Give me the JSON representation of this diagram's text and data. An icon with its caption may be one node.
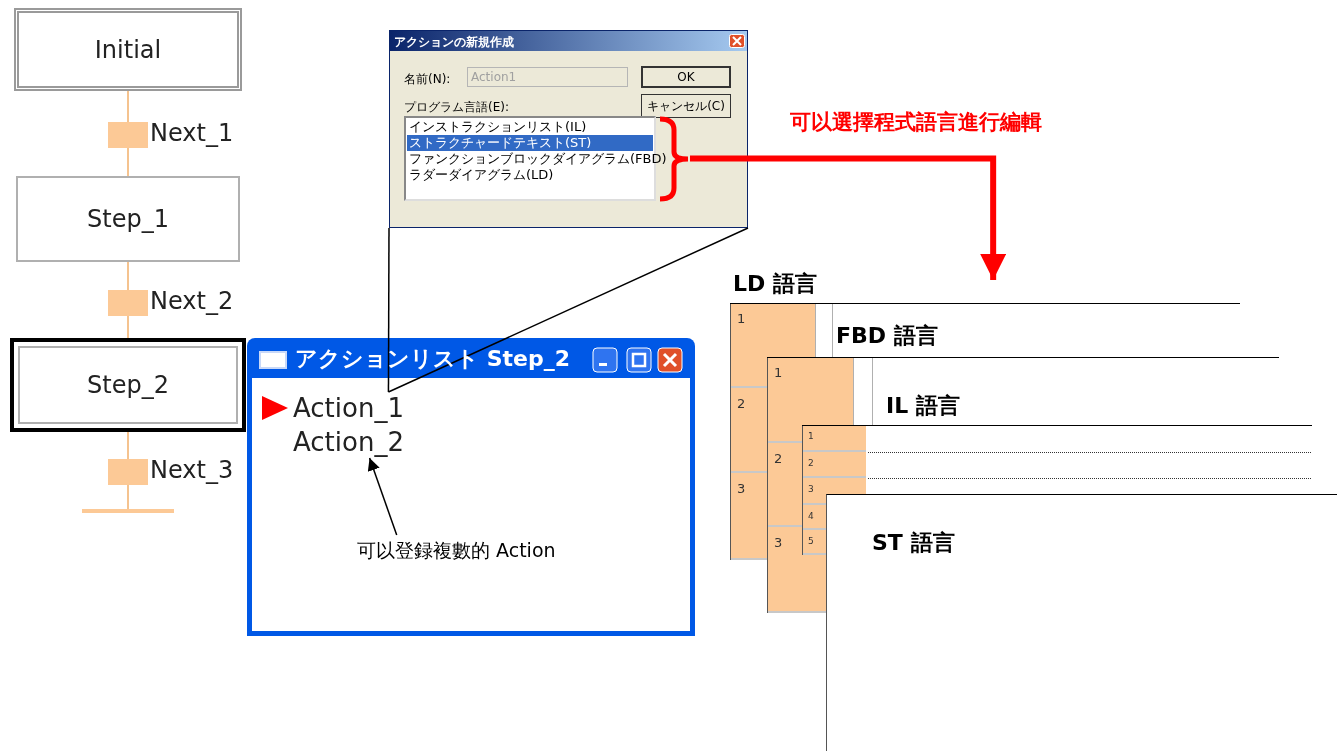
{
  "diagram": {
    "nodes": [
      {
        "text": [
          "Initial"
        ]
      },
      {
        "text": [],
        "shape": "bar",
        "beside": [
          "Next_1"
        ]
      },
      {
        "text": [
          "Step_1"
        ]
      },
      {
        "text": [],
        "shape": "bar",
        "beside": [
          "Next_2"
        ]
      },
      {
        "text": [
          "Step_2"
        ]
      },
      {
        "text": [],
        "shape": "bar",
        "beside": [
          "Next_3"
        ]
      },
      {
        "text": [],
        "shape": "bar"
      },
      {
        "text": [
          "アクションの新規作成",
          "名前(N):",
          "プログラム言語(E):"
        ]
      },
      {
        "text": [
          "Action1"
        ],
        "in": 7
      },
      {
        "text": [
          "OK"
        ],
        "in": 7
      },
      {
        "text": [
          "キャンセル(C)"
        ],
        "in": 7
      },
      {
        "text": [
          "インストラクションリスト(IL)",
          "ストラクチャードテキスト(ST)",
          "ファンクションブロックダイアグラム(FBD)",
          "ラダーダイアグラム(LD)"
        ],
        "in": 7
      },
      {
        "text": [
          "アクションリスト Step_2"
        ]
      },
      {
        "text": [
          "Action_1"
        ],
        "in": 12
      },
      {
        "text": [
          "Action_2"
        ],
        "in": 12
      },
      {
        "text": [
          "可以登録複數的 Action"
        ],
        "in": 12
      },
      {
        "text": [
          "LD 語言"
        ]
      },
      {
        "text": [
          "FBD 語言"
        ]
      },
      {
        "text": [
          "IL 語言"
        ]
      },
      {
        "text": [
          "ST 語言"
        ]
      }
    ],
    "edges": [
      {
        "from": 0,
        "to": 1,
        "arrow": "none"
      },
      {
        "from": 1,
        "to": 2,
        "arrow": "none"
      },
      {
        "from": 2,
        "to": 3,
        "arrow": "none"
      },
      {
        "from": 3,
        "to": 4,
        "arrow": "none"
      },
      {
        "from": 4,
        "to": 5,
        "arrow": "none"
      },
      {
        "from": 5,
        "to": 6,
        "arrow": "none"
      },
      {
        "from": 7,
        "to": 13,
        "arrow": "none",
        "color": "#000000"
      },
      {
        "from": 7,
        "to": 13,
        "arrow": "none",
        "color": "#000000"
      },
      {
        "from": 15,
        "to": 14,
        "arrow": "to",
        "color": "#000000"
      },
      {
        "from": 11,
        "to": 16,
        "arrow": "to",
        "style": "thick",
        "color": "#ff0000",
        "label": "可以選擇程式語言進行編輯"
      }
    ],
    "labels": [
      "1",
      "2",
      "3",
      "1",
      "2",
      "3",
      "1",
      "2",
      "3",
      "4",
      "5"
    ]
  }
}
